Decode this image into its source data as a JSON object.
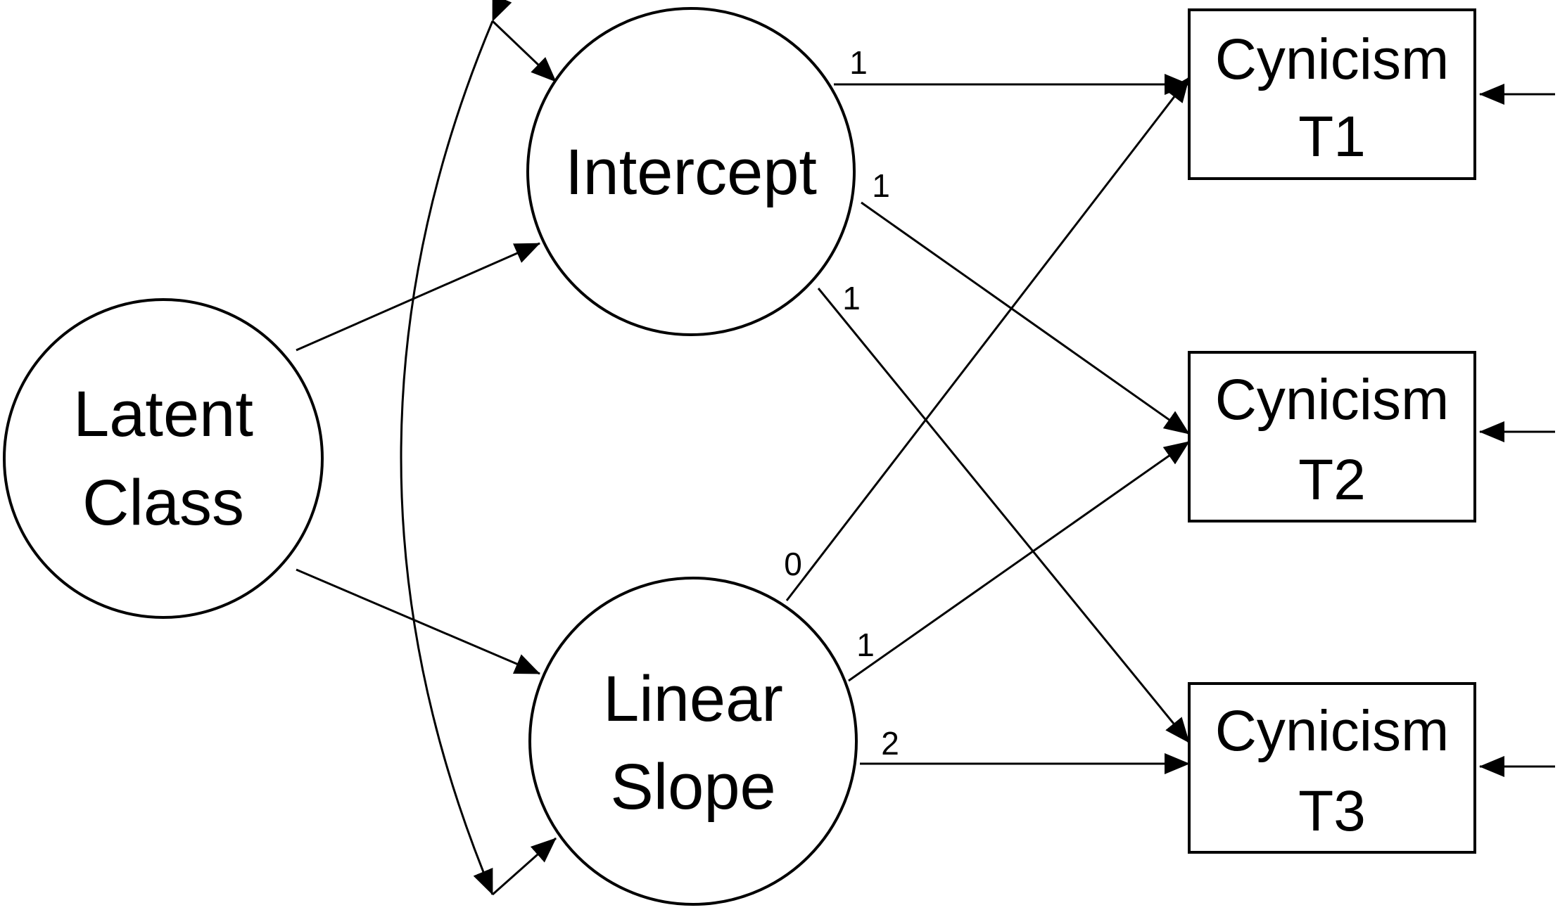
{
  "latent_nodes": [
    {
      "id": "latent_class",
      "lines": [
        "Latent",
        "Class"
      ]
    },
    {
      "id": "intercept",
      "lines": [
        "Intercept"
      ]
    },
    {
      "id": "slope",
      "lines": [
        "Linear",
        "Slope"
      ]
    }
  ],
  "observed_nodes": [
    {
      "id": "t1",
      "lines": [
        "Cynicism",
        "T1"
      ]
    },
    {
      "id": "t2",
      "lines": [
        "Cynicism",
        "T2"
      ]
    },
    {
      "id": "t3",
      "lines": [
        "Cynicism",
        "T3"
      ]
    }
  ],
  "paths": [
    {
      "from": "latent_class",
      "to": "intercept",
      "label": ""
    },
    {
      "from": "latent_class",
      "to": "slope",
      "label": ""
    },
    {
      "from": "intercept",
      "to": "t1",
      "label": "1"
    },
    {
      "from": "intercept",
      "to": "t2",
      "label": "1"
    },
    {
      "from": "intercept",
      "to": "t3",
      "label": "1"
    },
    {
      "from": "slope",
      "to": "t1",
      "label": "0"
    },
    {
      "from": "slope",
      "to": "t2",
      "label": "1"
    },
    {
      "from": "slope",
      "to": "t3",
      "label": "2"
    }
  ],
  "covariances": [
    {
      "between": [
        "intercept",
        "slope"
      ],
      "label": ""
    }
  ],
  "residual_arrows": [
    {
      "target": "t1"
    },
    {
      "target": "t2"
    },
    {
      "target": "t3"
    }
  ]
}
